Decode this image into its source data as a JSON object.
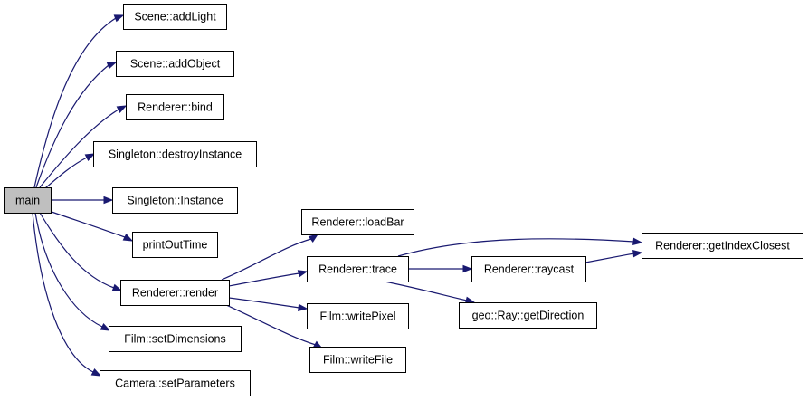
{
  "graph": {
    "edge_color": "#191970",
    "root_fill": "#bfbfbf",
    "node_fill": "#ffffff",
    "nodes": [
      {
        "id": "main",
        "label": "main"
      },
      {
        "id": "scene-addlight",
        "label": "Scene::addLight"
      },
      {
        "id": "scene-addobject",
        "label": "Scene::addObject"
      },
      {
        "id": "renderer-bind",
        "label": "Renderer::bind"
      },
      {
        "id": "singleton-destroyinstance",
        "label": "Singleton::destroyInstance"
      },
      {
        "id": "singleton-instance",
        "label": "Singleton::Instance"
      },
      {
        "id": "printouttime",
        "label": "printOutTime"
      },
      {
        "id": "renderer-render",
        "label": "Renderer::render"
      },
      {
        "id": "film-setdimensions",
        "label": "Film::setDimensions"
      },
      {
        "id": "camera-setparameters",
        "label": "Camera::setParameters"
      },
      {
        "id": "renderer-loadbar",
        "label": "Renderer::loadBar"
      },
      {
        "id": "renderer-trace",
        "label": "Renderer::trace"
      },
      {
        "id": "film-writepixel",
        "label": "Film::writePixel"
      },
      {
        "id": "film-writefile",
        "label": "Film::writeFile"
      },
      {
        "id": "renderer-raycast",
        "label": "Renderer::raycast"
      },
      {
        "id": "georay-getdirection",
        "label": "geo::Ray::getDirection"
      },
      {
        "id": "renderer-getindexclosest",
        "label": "Renderer::getIndexClosest"
      }
    ],
    "edges": [
      {
        "from": "main",
        "to": "scene-addlight"
      },
      {
        "from": "main",
        "to": "scene-addobject"
      },
      {
        "from": "main",
        "to": "renderer-bind"
      },
      {
        "from": "main",
        "to": "singleton-destroyinstance"
      },
      {
        "from": "main",
        "to": "singleton-instance"
      },
      {
        "from": "main",
        "to": "printouttime"
      },
      {
        "from": "main",
        "to": "renderer-render"
      },
      {
        "from": "main",
        "to": "film-setdimensions"
      },
      {
        "from": "main",
        "to": "camera-setparameters"
      },
      {
        "from": "renderer-render",
        "to": "renderer-loadbar"
      },
      {
        "from": "renderer-render",
        "to": "renderer-trace"
      },
      {
        "from": "renderer-render",
        "to": "film-writepixel"
      },
      {
        "from": "renderer-render",
        "to": "film-writefile"
      },
      {
        "from": "renderer-trace",
        "to": "renderer-getindexclosest"
      },
      {
        "from": "renderer-trace",
        "to": "renderer-raycast"
      },
      {
        "from": "renderer-trace",
        "to": "georay-getdirection"
      },
      {
        "from": "renderer-raycast",
        "to": "renderer-getindexclosest"
      }
    ]
  }
}
